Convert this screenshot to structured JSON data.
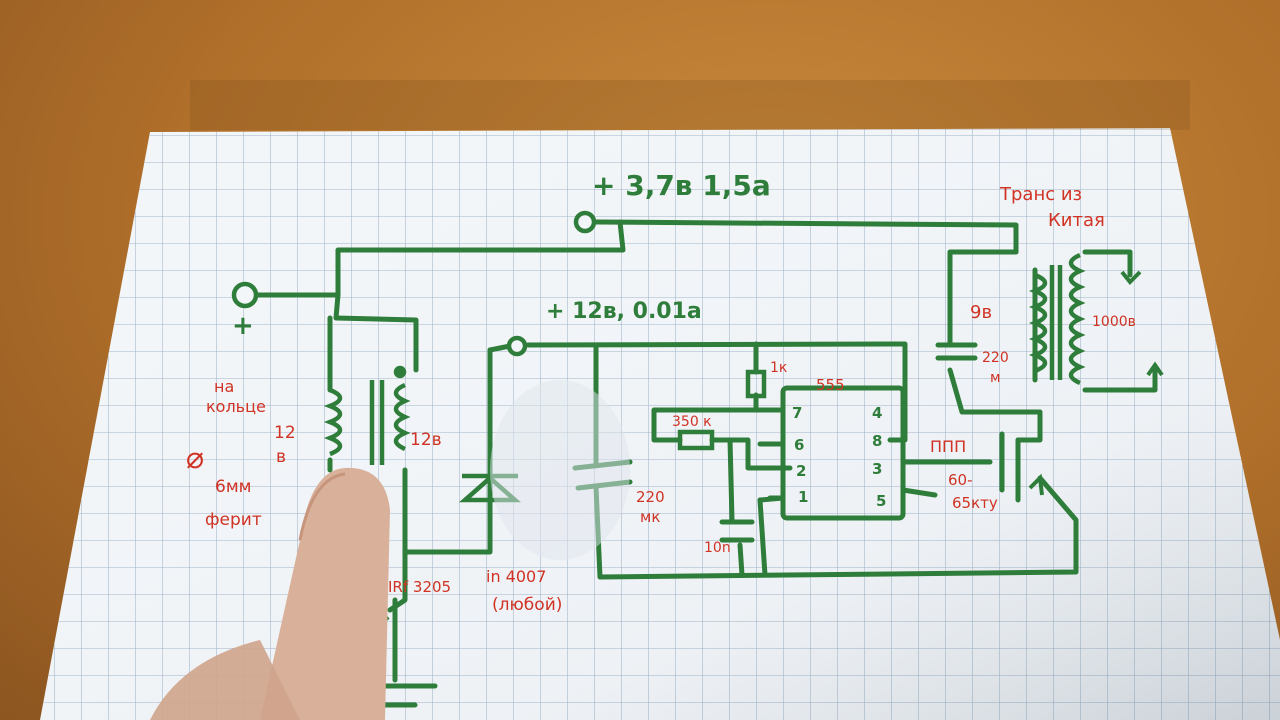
{
  "supply_main": "+ 3,7в 1,5а",
  "supply_hv": "+ 12в, 0.01а",
  "ring_coil_lines": [
    "на",
    "кольце"
  ],
  "coil_left_voltage": [
    "12",
    "в"
  ],
  "coil_right_voltage": "12в",
  "core_diameter": "⌀",
  "core_size": "6мм",
  "core_material": "ферит",
  "mosfet_left": "IRf 3205",
  "diode_lines": [
    "in 4007",
    "(любой)"
  ],
  "cap_main_lines": [
    "220",
    "мк"
  ],
  "cap_timing": "10n",
  "resistor_top": "1к",
  "resistor_var": "350 к",
  "ic_name": "555",
  "ic_pins_left": [
    "7",
    "6",
    "2",
    "1"
  ],
  "ic_pins_right": [
    "4",
    "8",
    "3",
    "5"
  ],
  "transformer_title": [
    "Транс из",
    "Китая"
  ],
  "transformer_primary": "9в",
  "transformer_secondary": "1000в",
  "cap_right_lines": [
    "220",
    "м"
  ],
  "mosfet_right_type": "ППП",
  "mosfet_right_lines": [
    "60-",
    "65кту"
  ],
  "colors": {
    "ink_green": "#2f7d3a",
    "ink_red": "#d03324",
    "paper": "#f3f6f9",
    "grid": "#9fb4c8"
  }
}
